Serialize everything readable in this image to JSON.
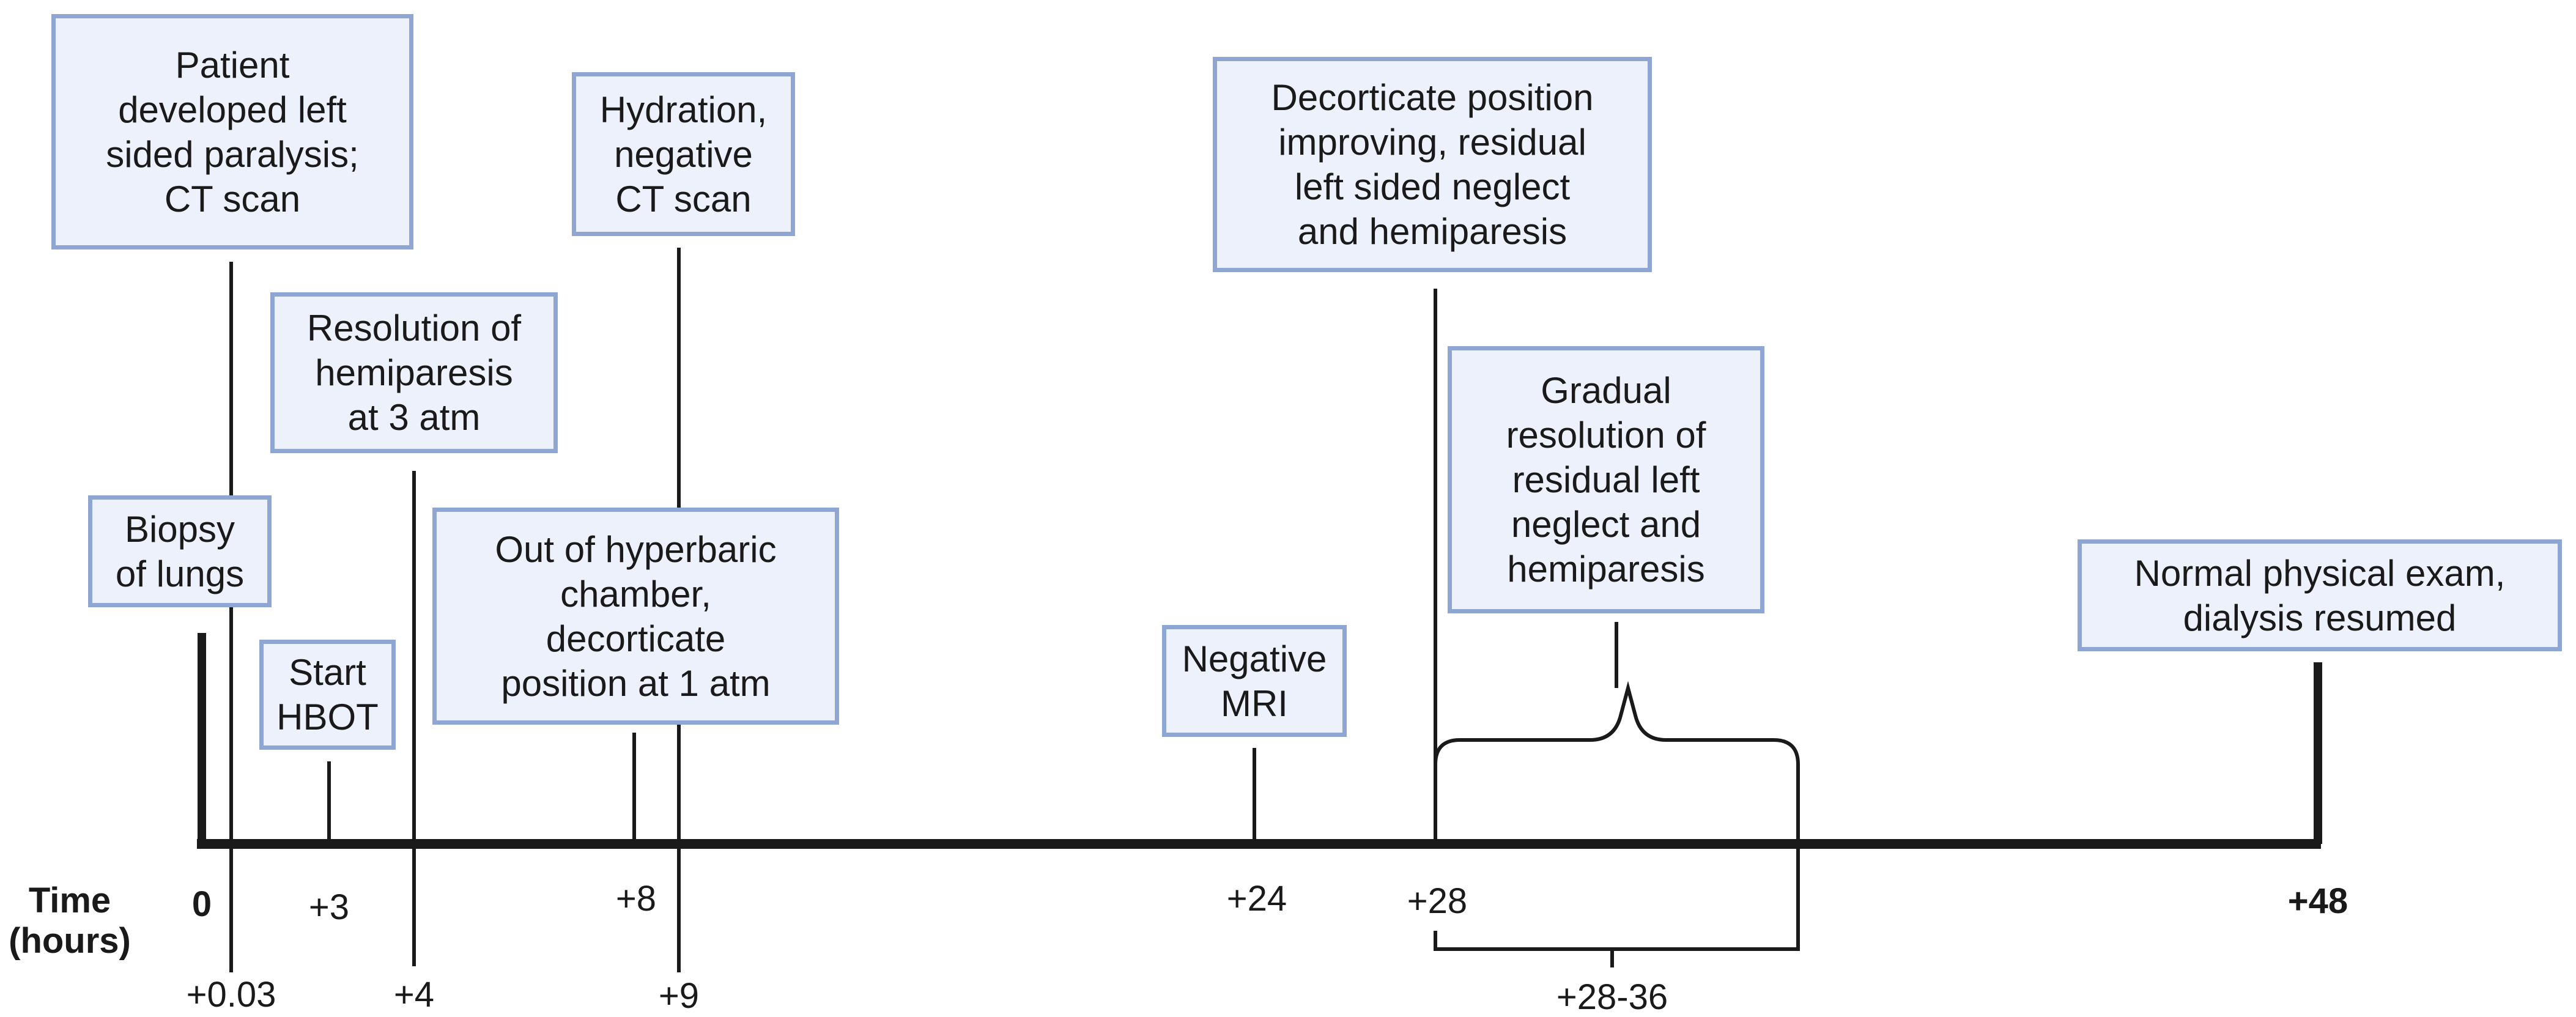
{
  "axis": {
    "title": "Time\n(hours)"
  },
  "events": [
    {
      "id": "biopsy",
      "tick": "0",
      "text": "Biopsy\nof lungs"
    },
    {
      "id": "paralysis",
      "tick": "+0.03",
      "text": "Patient\ndeveloped left\nsided paralysis;\nCT scan"
    },
    {
      "id": "hbot",
      "tick": "+3",
      "text": "Start\nHBOT"
    },
    {
      "id": "resolution",
      "tick": "+4",
      "text": "Resolution of\nhemiparesis\nat 3 atm"
    },
    {
      "id": "out-chamber",
      "tick": "+8",
      "text": "Out of hyperbaric\nchamber,\ndecorticate\nposition at 1 atm"
    },
    {
      "id": "hydration",
      "tick": "+9",
      "text": "Hydration,\nnegative\nCT scan"
    },
    {
      "id": "mri",
      "tick": "+24",
      "text": "Negative\nMRI"
    },
    {
      "id": "decorticate",
      "tick": "+28",
      "text": "Decorticate position\nimproving, residual\nleft sided neglect\nand hemiparesis"
    },
    {
      "id": "gradual",
      "tick": "+28-36",
      "text": "Gradual\nresolution of\nresidual left\nneglect and\nhemiparesis"
    },
    {
      "id": "normal",
      "tick": "+48",
      "text": "Normal physical exam,\ndialysis resumed"
    }
  ]
}
